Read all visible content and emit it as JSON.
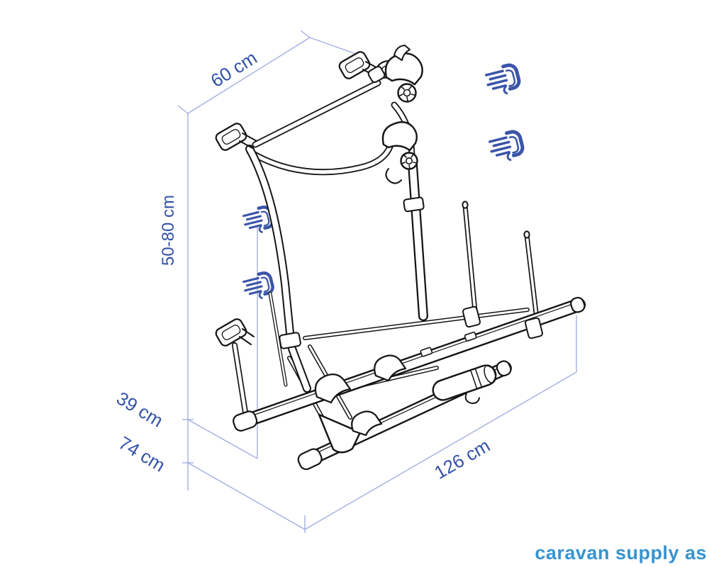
{
  "diagram": {
    "type": "product-dimension-drawing",
    "subject": "caravan rear-wall bike carrier line drawing",
    "dimensions": {
      "width": "60 cm",
      "height": "50-80 cm",
      "depth_upper": "39 cm",
      "depth_lower": "74 cm",
      "length": "126 cm"
    },
    "icons": {
      "rail_end": "awning-rail-end-icon",
      "count": 4
    },
    "colors": {
      "dimension_line": "#A3AFE0",
      "dimension_text": "#3352A8",
      "rail_icon": "#3A55A8",
      "drawing_line": "#141414",
      "watermark": "#3794D0",
      "background": "#FFFFFF"
    }
  },
  "watermark": "caravan supply as"
}
